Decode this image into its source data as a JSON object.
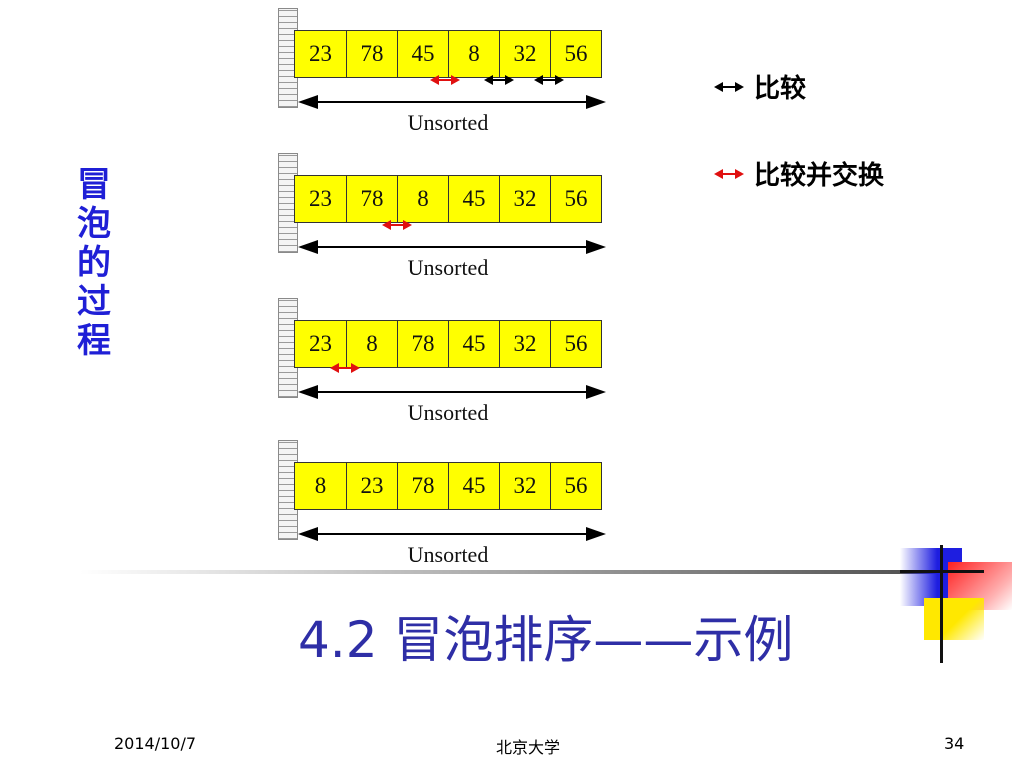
{
  "vertical_title": [
    "冒",
    "泡",
    "的",
    "过",
    "程"
  ],
  "rows": [
    {
      "values": [
        "23",
        "78",
        "45",
        "8",
        "32",
        "56"
      ],
      "range_label": "Unsorted"
    },
    {
      "values": [
        "23",
        "78",
        "8",
        "45",
        "32",
        "56"
      ],
      "range_label": "Unsorted"
    },
    {
      "values": [
        "23",
        "8",
        "78",
        "45",
        "32",
        "56"
      ],
      "range_label": "Unsorted"
    },
    {
      "values": [
        "8",
        "23",
        "78",
        "45",
        "32",
        "56"
      ],
      "range_label": "Unsorted"
    }
  ],
  "legend": {
    "compare": "比较",
    "compare_swap": "比较并交换"
  },
  "colors": {
    "compare_arrow": "#000000",
    "swap_arrow": "#e01010",
    "cell_fill": "#ffff00",
    "title": "#2e2ea6",
    "vertical_title": "#1f1fd6"
  },
  "title": "4.2 冒泡排序——示例",
  "footer": {
    "date": "2014/10/7",
    "organization": "北京大学",
    "page": "34"
  }
}
